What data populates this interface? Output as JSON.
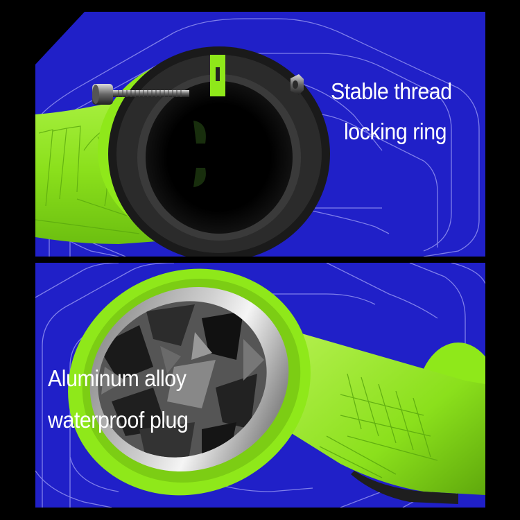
{
  "colors": {
    "background": "#000000",
    "panel_blue": "#2020c8",
    "guide_line": "#8a8aee",
    "grip_green": "#8fe81a",
    "caption_text": "#ffffff"
  },
  "panels": [
    {
      "id": "top",
      "subject": "green handlebar grip with black locking ring, bolt and nut",
      "caption_lines": [
        "Stable thread",
        "locking ring"
      ]
    },
    {
      "id": "bottom",
      "subject": "green handlebar grip with camo aluminum end plug",
      "caption_lines": [
        "Aluminum alloy",
        "waterproof plug"
      ]
    }
  ]
}
